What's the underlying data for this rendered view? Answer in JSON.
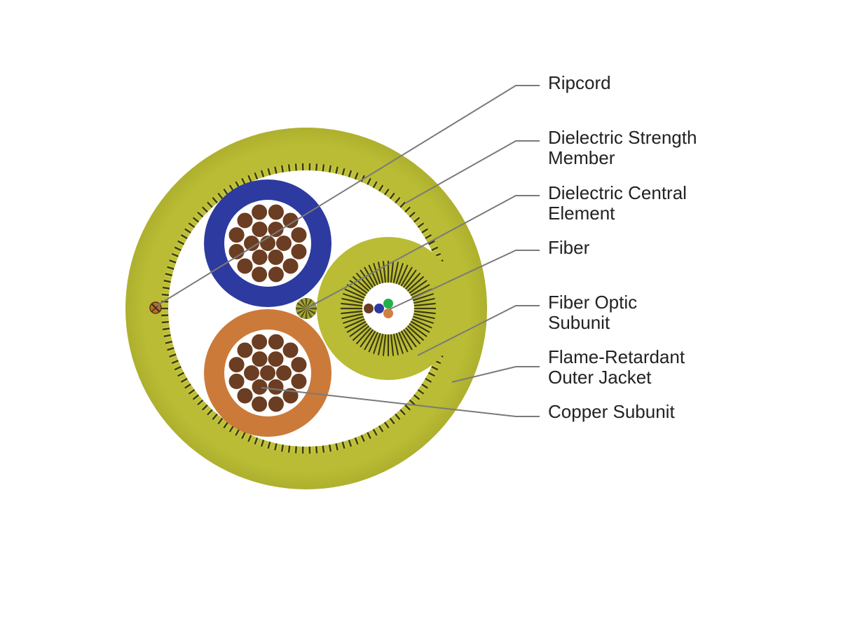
{
  "labels": {
    "ripcord": [
      "Ripcord"
    ],
    "strength_member": [
      "Dielectric Strength",
      "Member"
    ],
    "central_element": [
      "Dielectric Central",
      "Element"
    ],
    "fiber": [
      "Fiber"
    ],
    "fiber_optic_subunit": [
      "Fiber Optic",
      "Subunit"
    ],
    "outer_jacket": [
      "Flame-Retardant",
      "Outer Jacket"
    ],
    "copper_subunit": [
      "Copper Subunit"
    ]
  },
  "colors": {
    "jacket": "#b9bc34",
    "strength_dark": "#3c3a12",
    "strength_light": "#b9bc34",
    "interior": "#ffffff",
    "copper_strand": "#6b3d22",
    "blue_insulation": "#2d3aa0",
    "orange_insulation": "#cc7a3a",
    "fiber_subunit_jacket": "#b9bc34",
    "fiber_colors": [
      "#6b3d22",
      "#2d3aa0",
      "#22b04a",
      "#d08040"
    ],
    "leader_line": "#7a7a7a"
  }
}
